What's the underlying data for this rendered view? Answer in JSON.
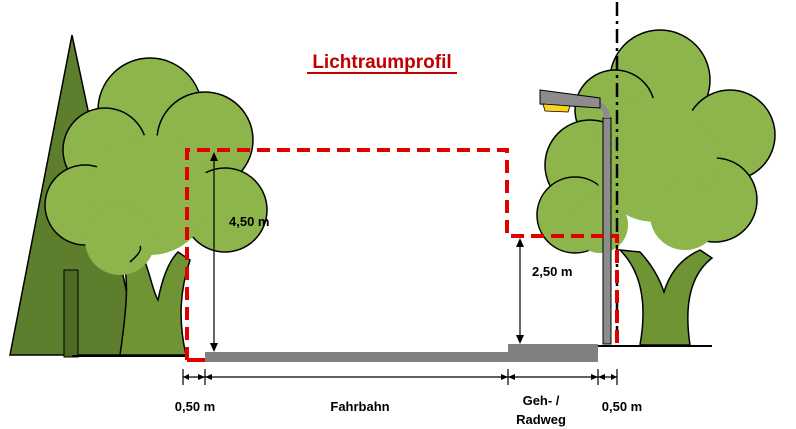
{
  "title": "Lichtraumprofil",
  "dimensions": {
    "height_road": "4,50 m",
    "height_path": "2,50 m",
    "margin_left": "0,50 m",
    "margin_right": "0,50 m"
  },
  "labels": {
    "road": "Fahrbahn",
    "path_line1": "Geh- /",
    "path_line2": "Radweg"
  },
  "colors": {
    "clearance": "#e00000",
    "foliage": "#8db54b",
    "foliage_dark": "#5a7a2a",
    "trunk": "#6f9434",
    "road": "#808080",
    "lamp_light": "#ffd21f"
  },
  "icons": [
    "conifer-tree-icon",
    "deciduous-tree-icon",
    "street-lamp-icon"
  ]
}
